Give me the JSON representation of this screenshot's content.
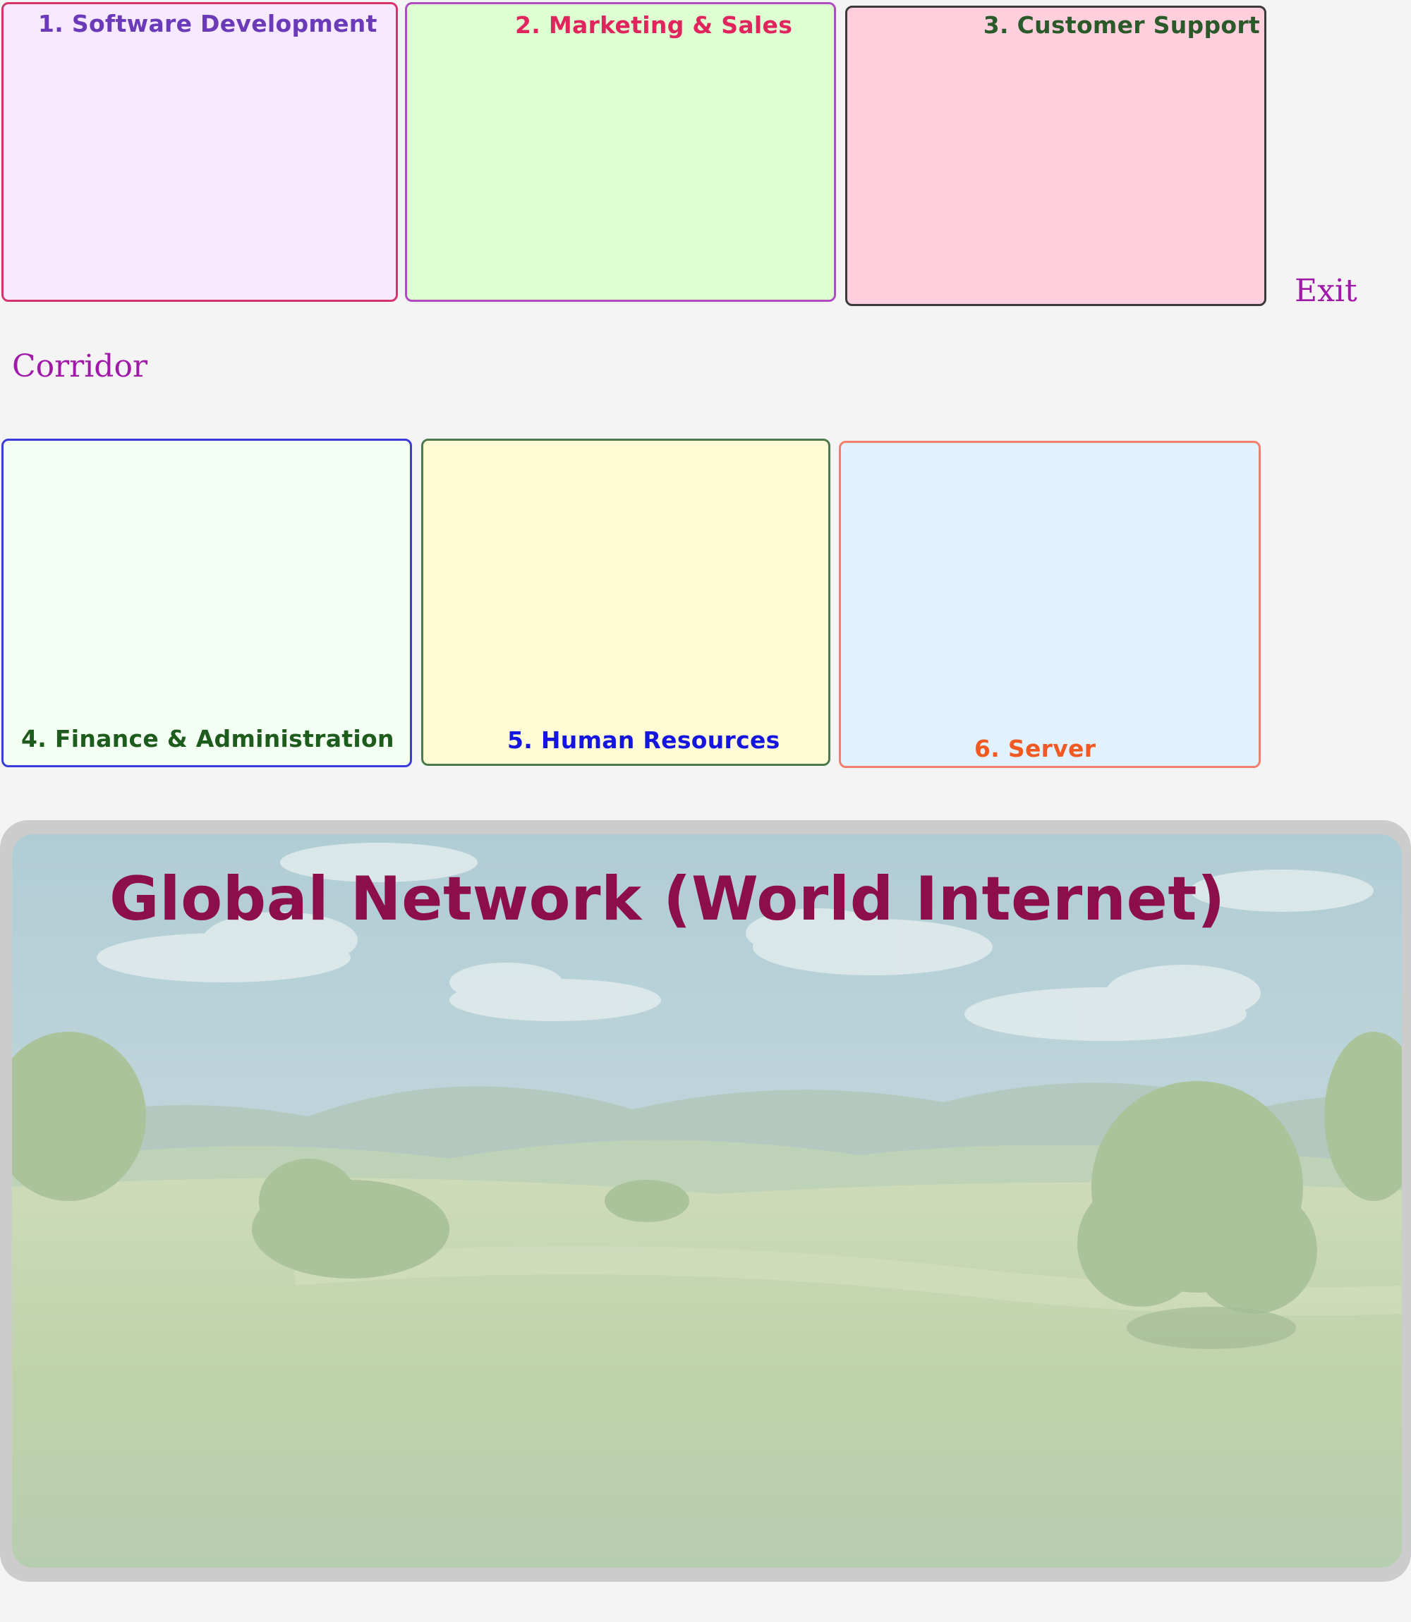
{
  "rooms": [
    {
      "label": "1. Software Development",
      "bg": "#f7e9ff",
      "border": "#d6336c",
      "text_color": "#6a3ab8"
    },
    {
      "label": "2. Marketing & Sales",
      "bg": "#ddffd1",
      "border": "#b04ac0",
      "text_color": "#e0245e"
    },
    {
      "label": "3. Customer Support",
      "bg": "#ffcfde",
      "border": "#3a3a3a",
      "text_color": "#2a5a2a"
    },
    {
      "label": "4. Finance & Administration",
      "bg": "#f4fff4",
      "border": "#3b3bdb",
      "text_color": "#1e5c1e"
    },
    {
      "label": "5. Human Resources",
      "bg": "#fffbd4",
      "border": "#4d7a4d",
      "text_color": "#1515e0"
    },
    {
      "label": "6. Server",
      "bg": "#e2f1fe",
      "border": "#f07f6f",
      "text_color": "#f05a22"
    }
  ],
  "corridor_label": "Corridor",
  "exit_label": "Exit",
  "label_color": "#a01aa8",
  "internet": {
    "title": "Global Network (World Internet)",
    "title_color": "#8c0f4c",
    "frame_color": "#cccccc",
    "sky_color": "#a9c9d3",
    "grass_color": "#b9d0a8"
  }
}
